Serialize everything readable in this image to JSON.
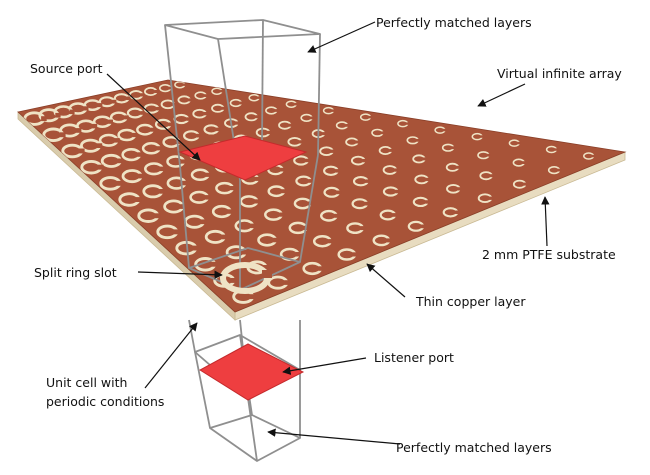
{
  "labels": {
    "pml_top": "Perfectly matched layers",
    "virtual_array": "Virtual infinite array",
    "source_port": "Source port",
    "split_ring_slot": "Split ring slot",
    "substrate": "2 mm PTFE substrate",
    "copper_layer": "Thin copper layer",
    "listener_port": "Listener port",
    "unit_cell_line1": "Unit cell with",
    "unit_cell_line2": "periodic conditions",
    "pml_bottom": "Perfectly matched layers"
  },
  "colors": {
    "copper": "#a85338",
    "substrate_edge": "#e8dcc0",
    "ring": "#efe3c5",
    "port": "#ee3e40",
    "wire": "#8f8f8f"
  },
  "array": {
    "rows": 11,
    "cols": 12
  }
}
